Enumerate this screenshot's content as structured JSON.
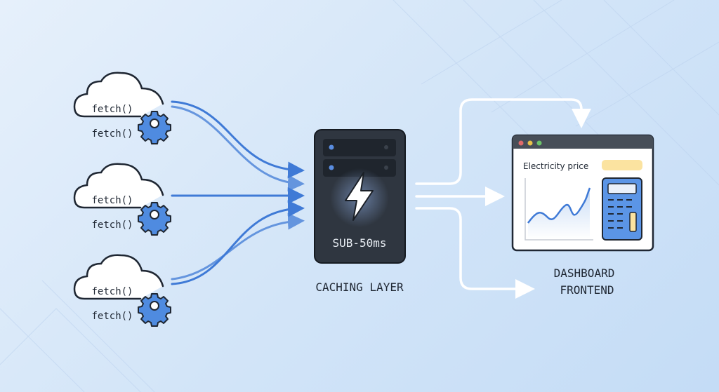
{
  "sources": [
    {
      "line1": "fetch()",
      "line2": "fetch()"
    },
    {
      "line1": "fetch()",
      "line2": "fetch()"
    },
    {
      "line1": "fetch()",
      "line2": "fetch()"
    }
  ],
  "cache": {
    "badge": "SUB-50ms",
    "label": "CACHING LAYER"
  },
  "dashboard": {
    "panel_title": "Electricity price",
    "label_line1": "DASHBOARD",
    "label_line2": "FRONTEND"
  },
  "colors": {
    "accent": "#3f7ad6",
    "server": "#2f3640",
    "highlight": "#fbe3a0"
  }
}
